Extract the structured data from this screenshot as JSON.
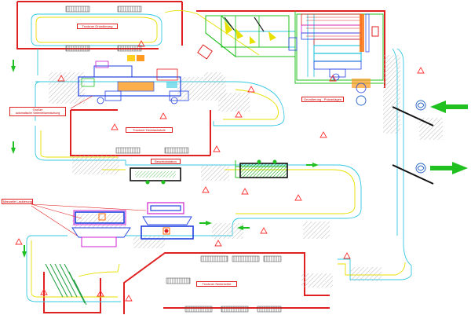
{
  "labels": {
    "halle_top": "Trockner Grundierung",
    "left_callout_1": "Großer",
    "left_callout_2": "automatische Seitenteilanmischung",
    "halle_mid": "Trockner Decklackstufe",
    "station_mid": "Beschickstation",
    "ovens_right": "Grundierung - Putzanlagen",
    "left_marker": "Manuelle Lackierung",
    "halle_bottom": "Trockner Senkrechte"
  },
  "colors": {
    "wall": "#e02020",
    "conveyor_cyan": "#33c8e0",
    "conveyor_yellow": "#e8e000",
    "conveyor_green": "#20c020",
    "equipment_blue": "#2040e0",
    "equipment_magenta": "#d020d0",
    "flow_arrow": "#20c020",
    "marker": "#ff3030"
  },
  "icons": [
    "flow-arrow-icon",
    "warning-triangle-icon",
    "fan-icon",
    "hatch-pattern"
  ]
}
